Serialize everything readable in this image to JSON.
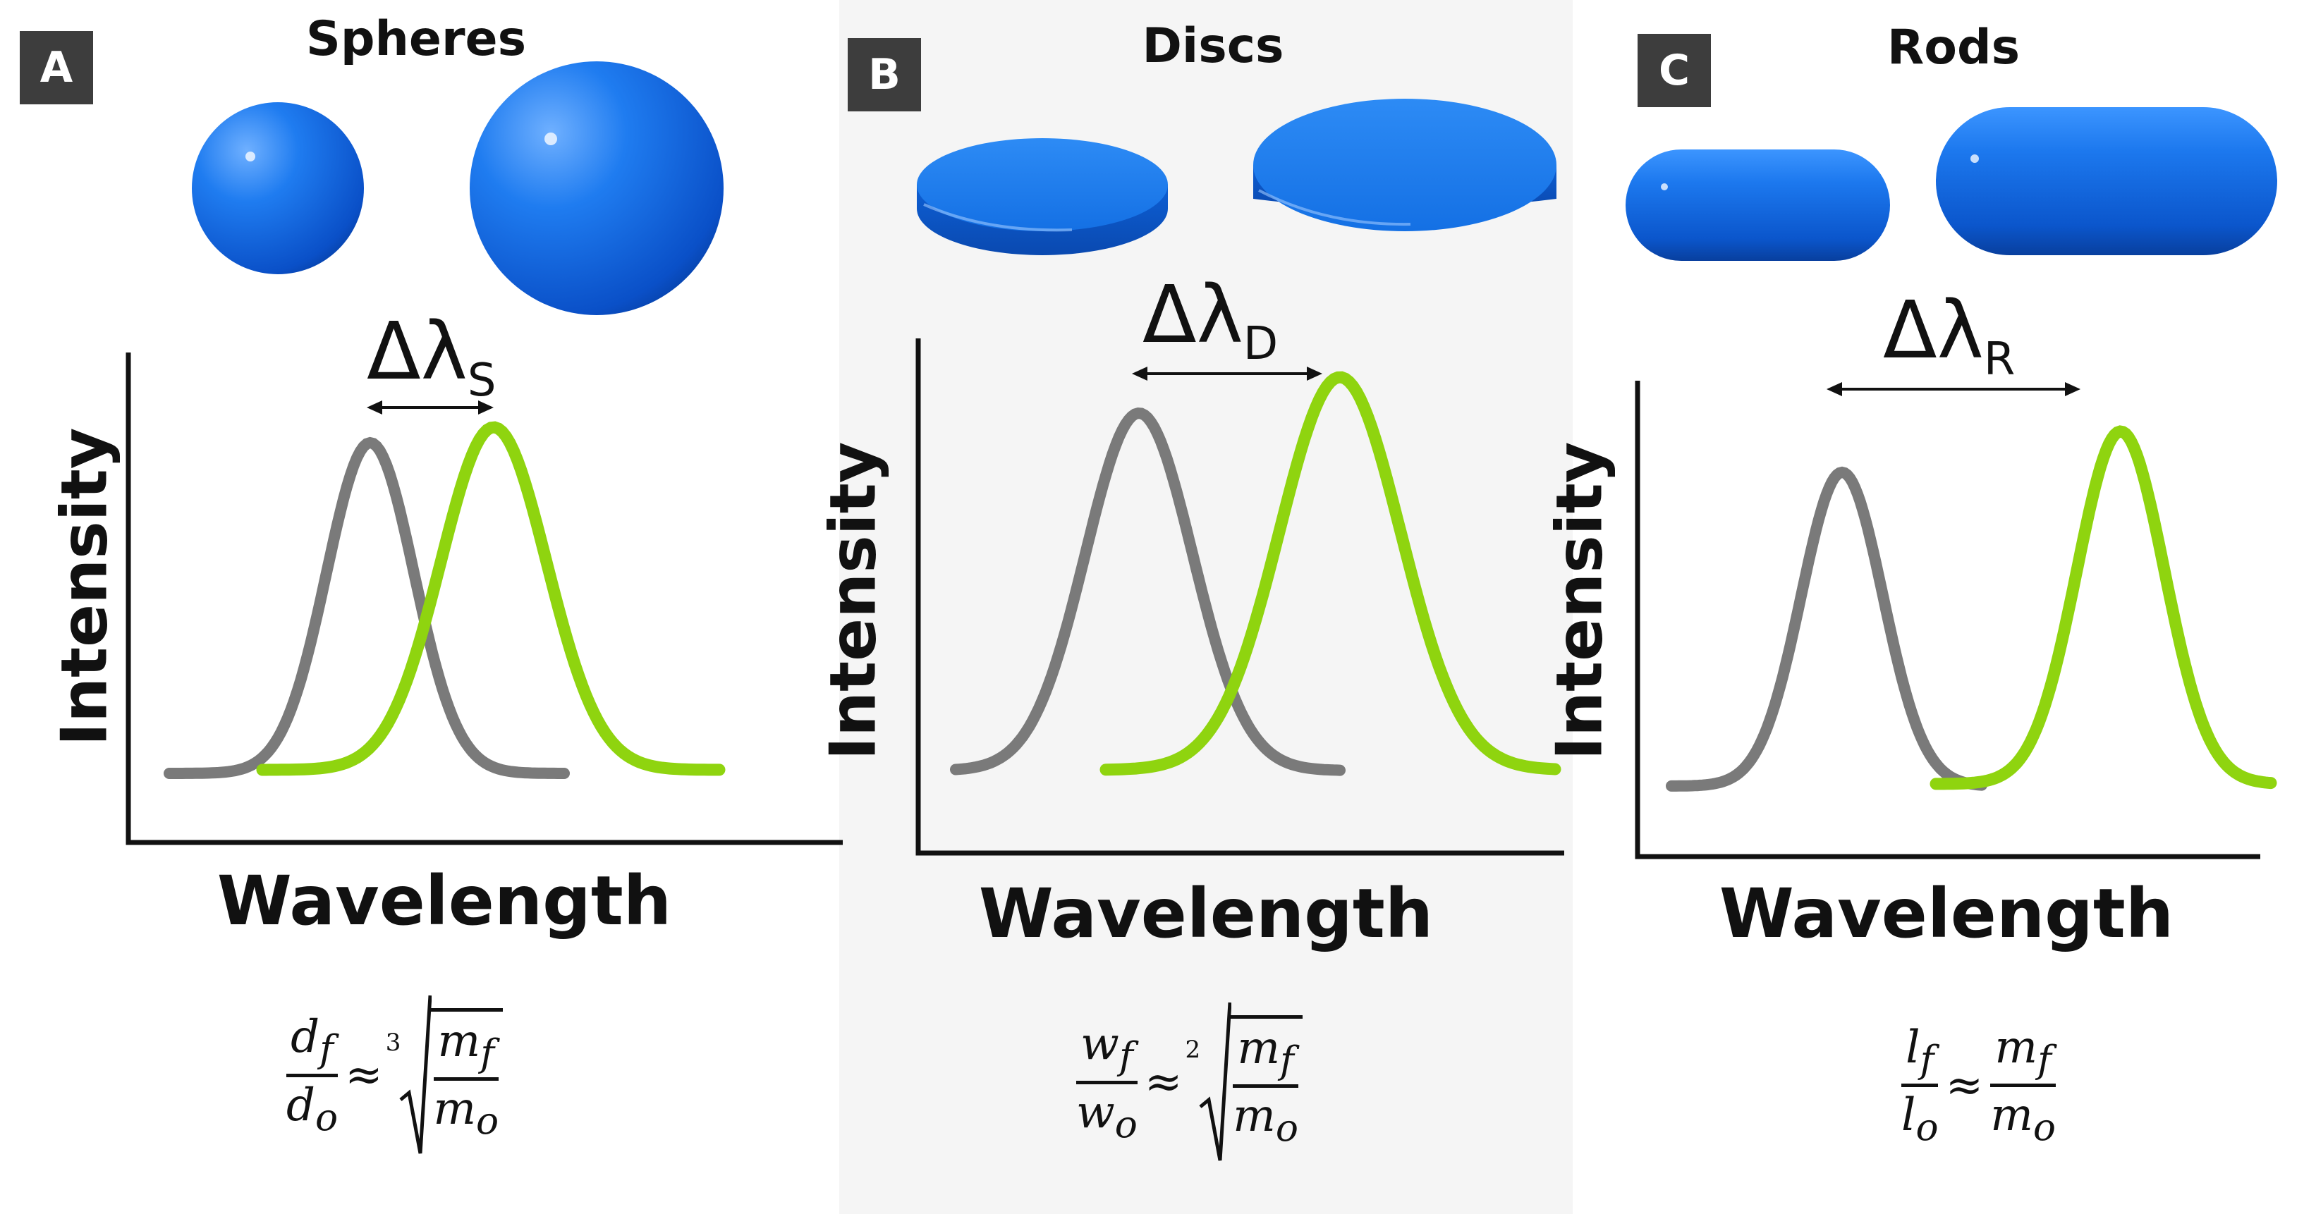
{
  "panels": [
    {
      "badge": "A",
      "title": "Spheres",
      "shift_label": "Δλ",
      "shift_sub": "S",
      "xlabel": "Wavelength",
      "ylabel": "Intensity",
      "equation": {
        "lhs_num": "d",
        "lhs_num_sub": "f",
        "lhs_den": "d",
        "lhs_den_sub": "o",
        "approx": "≈",
        "root_index": "3",
        "rhs_num": "m",
        "rhs_num_sub": "f",
        "rhs_den": "m",
        "rhs_den_sub": "o"
      }
    },
    {
      "badge": "B",
      "title": "Discs",
      "shift_label": "Δλ",
      "shift_sub": "D",
      "xlabel": "Wavelength",
      "ylabel": "Intensity",
      "equation": {
        "lhs_num": "w",
        "lhs_num_sub": "f",
        "lhs_den": "w",
        "lhs_den_sub": "o",
        "approx": "≈",
        "root_index": "2",
        "rhs_num": "m",
        "rhs_num_sub": "f",
        "rhs_den": "m",
        "rhs_den_sub": "o"
      }
    },
    {
      "badge": "C",
      "title": "Rods",
      "shift_label": "Δλ",
      "shift_sub": "R",
      "xlabel": "Wavelength",
      "ylabel": "Intensity",
      "equation": {
        "lhs_num": "l",
        "lhs_num_sub": "f",
        "lhs_den": "l",
        "lhs_den_sub": "o",
        "approx": "≈",
        "rhs_num": "m",
        "rhs_num_sub": "f",
        "rhs_den": "m",
        "rhs_den_sub": "o"
      }
    }
  ],
  "colors": {
    "original_peak": "#7a7a7a",
    "shifted_peak": "#8fd40f",
    "particle": "#1a6fe0",
    "badge": "#3d3d3d"
  }
}
